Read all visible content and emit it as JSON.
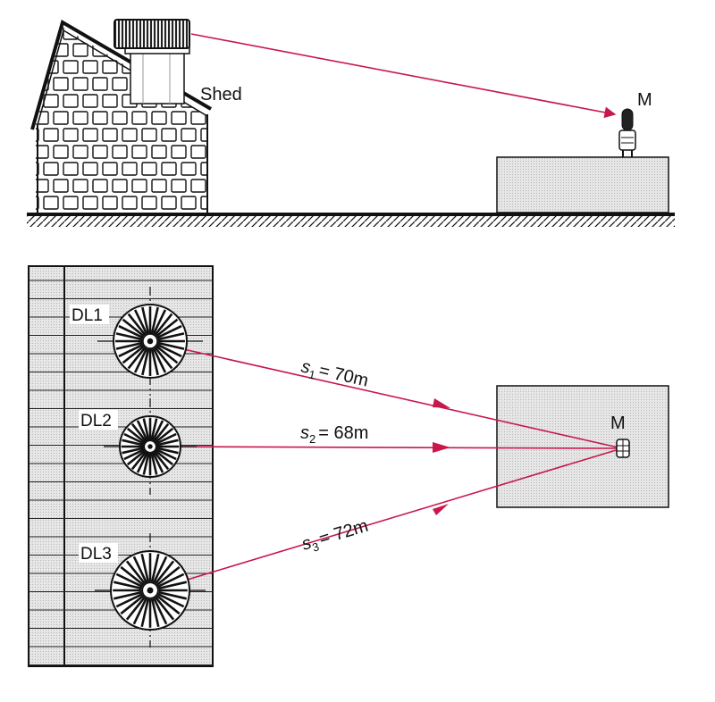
{
  "side_view": {
    "building_label": "Shed",
    "microphone_label": "M"
  },
  "plan_view": {
    "microphone_label": "M",
    "fans": [
      {
        "label": "DL1",
        "distance_text": "s",
        "subscript": "1",
        "distance_value": "= 70m"
      },
      {
        "label": "DL2",
        "distance_text": "s",
        "subscript": "2",
        "distance_value": "= 68m"
      },
      {
        "label": "DL3",
        "distance_text": "s",
        "subscript": "3",
        "distance_value": "= 72m"
      }
    ]
  },
  "colors": {
    "line": "#c8174a",
    "ink": "#111111",
    "fill": "#e3e3e3"
  }
}
